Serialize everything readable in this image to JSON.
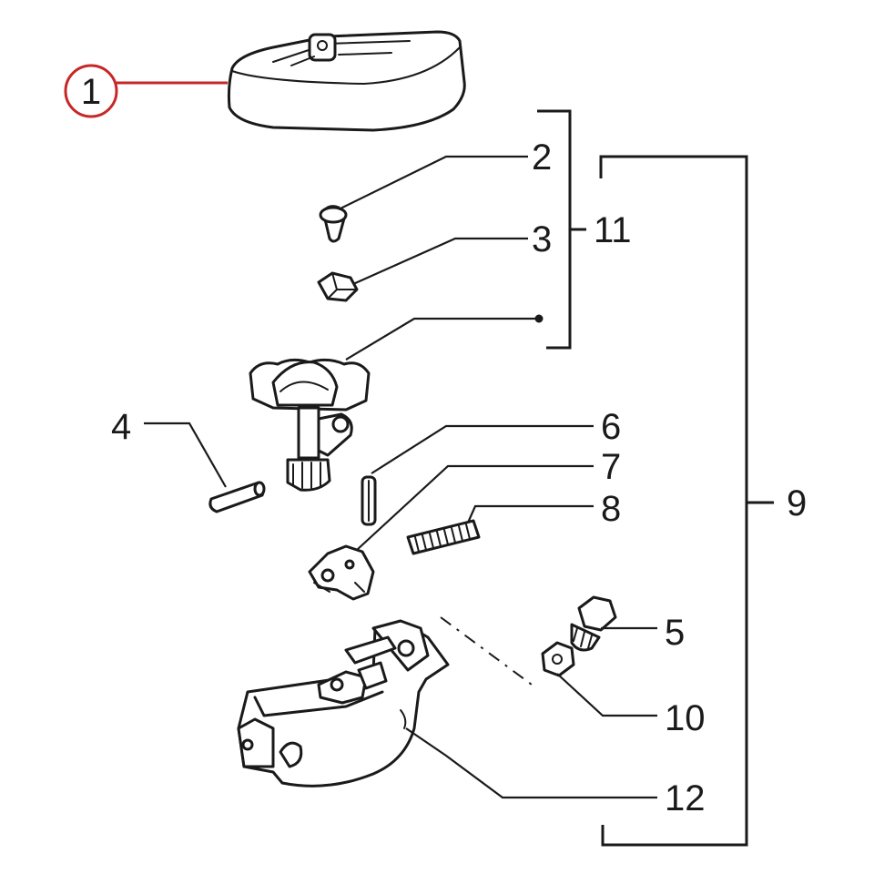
{
  "diagram": {
    "callouts": [
      {
        "id": "1",
        "label": "1",
        "highlighted": true
      },
      {
        "id": "2",
        "label": "2"
      },
      {
        "id": "3",
        "label": "3"
      },
      {
        "id": "4",
        "label": "4"
      },
      {
        "id": "5",
        "label": "5"
      },
      {
        "id": "6",
        "label": "6"
      },
      {
        "id": "7",
        "label": "7"
      },
      {
        "id": "8",
        "label": "8"
      },
      {
        "id": "9",
        "label": "9"
      },
      {
        "id": "10",
        "label": "10"
      },
      {
        "id": "11",
        "label": "11"
      },
      {
        "id": "12",
        "label": "12"
      }
    ],
    "colors": {
      "highlight": "#c62828",
      "ink": "#1a1a1a",
      "background": "#ffffff"
    }
  }
}
